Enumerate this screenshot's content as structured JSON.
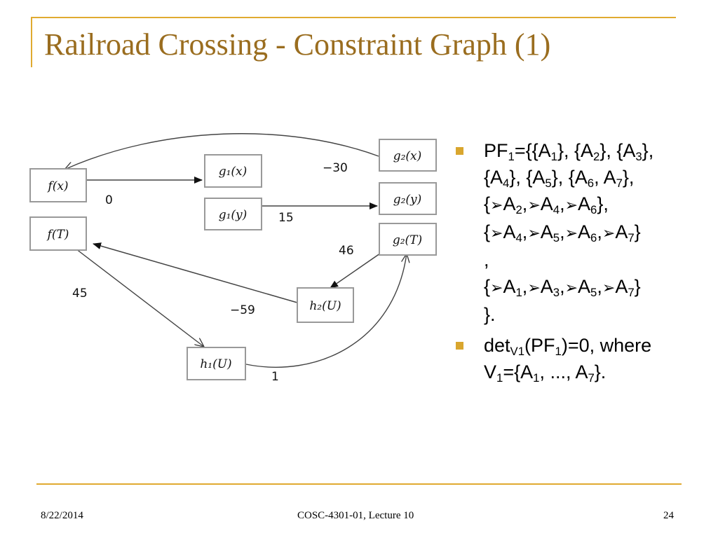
{
  "title": "Railroad Crossing - Constraint Graph (1)",
  "graph": {
    "nodes": {
      "fx": "f(x)",
      "fT": "f(T)",
      "g1x": "g₁(x)",
      "g1y": "g₁(y)",
      "g2x": "g₂(x)",
      "g2y": "g₂(y)",
      "g2T": "g₂(T)",
      "h2U": "h₂(U)",
      "h1U": "h₁(U)"
    },
    "edge_labels": {
      "g2x_fx": "−30",
      "fx_g1x": "0",
      "g1y_g2y": "15",
      "g2T_h2U": "46",
      "fT_h1U": "45",
      "h2U_fT": "−59",
      "h1U_g2T": "1"
    }
  },
  "bullets": {
    "pf": {
      "p1": "PF",
      "s1": "1",
      "p2": "={{A",
      "s2": "1",
      "p3": "}, {A",
      "s3": "2",
      "p4": "}, {A",
      "s4": "3",
      "p5": "},",
      "p6": "{A",
      "s5": "4",
      "p7": "}, {A",
      "s6": "5",
      "p8": "}, {A",
      "s7": "6",
      "p9": ", A",
      "s8": "7",
      "p10": "},",
      "arrow": "➢",
      "g1": {
        "open": "{",
        "a": "A",
        "s1": "2",
        "c1": ",",
        "s2": "4",
        "c2": ",",
        "s3": "6",
        "close": "},"
      },
      "g2": {
        "open": "{",
        "a": "A",
        "s1": "4",
        "c1": ",",
        "s2": "5",
        "c2": ",",
        "s3": "6",
        "c3": ",",
        "s4": "7",
        "close": "}"
      },
      "sep": ",",
      "g3": {
        "open": "{",
        "a": "A",
        "s1": "1",
        "c1": ",",
        "s2": "3",
        "c2": ",",
        "s3": "5",
        "c3": ",",
        "s4": "7",
        "close": "}"
      },
      "end": "}."
    },
    "det": {
      "p1": "det",
      "s1": "V1",
      "p2": "(PF",
      "s2": "1",
      "p3": ")=0, where",
      "p4": "V",
      "s3": "1",
      "p5": "={A",
      "s4": "1",
      "p6": ", ..., A",
      "s5": "7",
      "p7": "}."
    }
  },
  "footer": {
    "date": "8/22/2014",
    "center": "COSC-4301-01, Lecture 10",
    "page": "24"
  },
  "colors": {
    "accent": "#e0aa30",
    "title": "#9a6d1f",
    "bullet": "#d9a62e"
  }
}
